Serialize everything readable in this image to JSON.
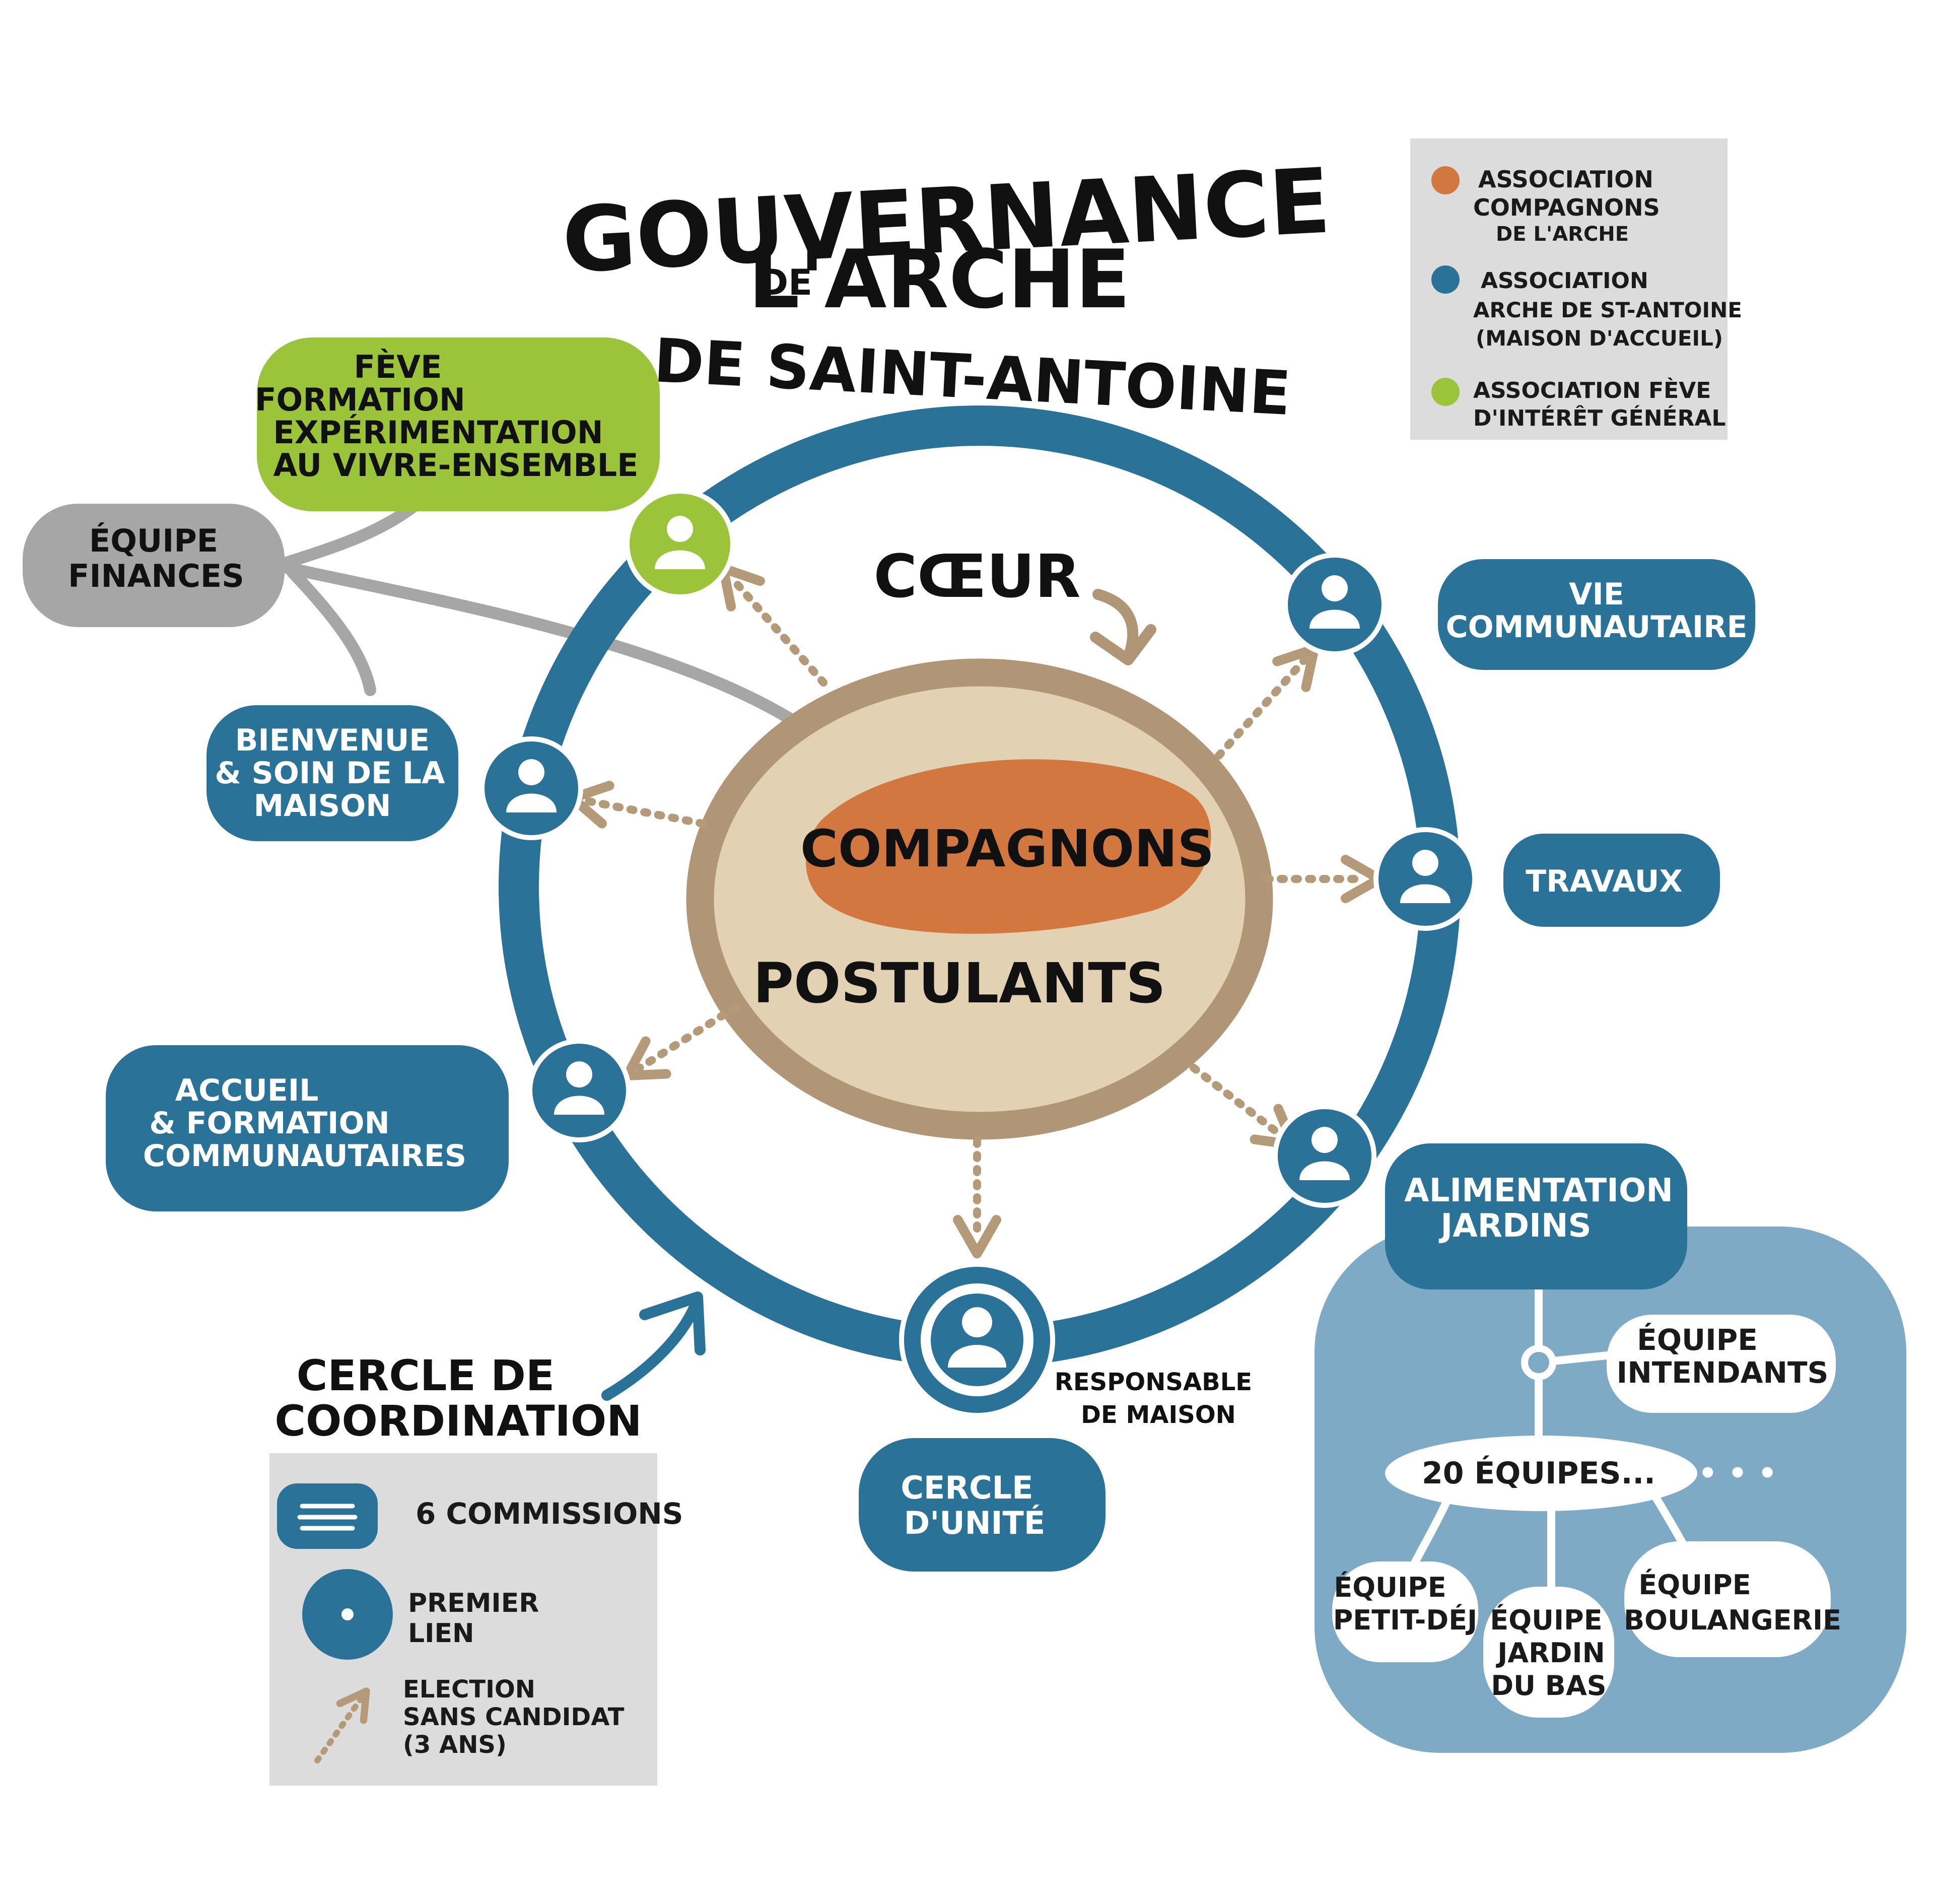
{
  "title": {
    "line1": "GOUVERNANCE",
    "line2_small": "DE",
    "line2": "L'ARCHE",
    "line3": "DE SAINT-ANTOINE"
  },
  "legend_top": {
    "items": [
      {
        "color": "#d2773f",
        "lines": [
          "ASSOCIATION",
          "COMPAGNONS",
          "DE L'ARCHE"
        ]
      },
      {
        "color": "#2a7298",
        "lines": [
          "ASSOCIATION",
          "ARCHE DE ST-ANTOINE",
          "(MAISON D'ACCUEIL)"
        ]
      },
      {
        "color": "#9cc43a",
        "lines": [
          "ASSOCIATION FÈVE",
          "D'INTÉRÊT GÉNÉRAL"
        ]
      }
    ]
  },
  "core": {
    "coeur": "CŒUR",
    "compagnons": "COMPAGNONS",
    "postulants": "POSTULANTS"
  },
  "commissions": {
    "feve": [
      "FÈVE",
      "FORMATION",
      "EXPÉRIMENTATION",
      "AU VIVRE-ENSEMBLE"
    ],
    "finances": [
      "ÉQUIPE",
      "FINANCES"
    ],
    "bienvenue": [
      "BIENVENUE",
      "& SOIN DE LA",
      "MAISON"
    ],
    "accueil": [
      "ACCUEIL",
      "& FORMATION",
      "COMMUNAUTAIRES"
    ],
    "vie": [
      "VIE",
      "COMMUNAUTAIRE"
    ],
    "travaux": [
      "TRAVAUX"
    ],
    "alimentation": [
      "ALIMENTATION",
      "JARDINS"
    ],
    "cercle_unite": [
      "CERCLE",
      "D'UNITÉ"
    ]
  },
  "responsable": [
    "RESPONSABLE",
    "DE MAISON"
  ],
  "cercle_coordination": [
    "CERCLE DE",
    "COORDINATION"
  ],
  "teams": {
    "intendants": [
      "ÉQUIPE",
      "INTENDANTS"
    ],
    "vingt": "20 ÉQUIPES...",
    "dots": "• • •",
    "petitdej": [
      "ÉQUIPE",
      "PETIT-DÉJ"
    ],
    "jardin": [
      "ÉQUIPE",
      "JARDIN",
      "DU BAS"
    ],
    "boulangerie": [
      "ÉQUIPE",
      "BOULANGERIE"
    ]
  },
  "legend_bottom": {
    "commissions": "6 COMMISSIONS",
    "premier_lien": [
      "PREMIER",
      "LIEN"
    ],
    "election": [
      "ELECTION",
      "SANS CANDIDAT",
      "(3 ANS)"
    ]
  },
  "colors": {
    "blue": "#2a7298",
    "light_blue": "#7eaac5",
    "orange": "#d2773f",
    "green": "#9cc43a",
    "grey": "#a6a6a6",
    "tan_ring": "#b09677",
    "tan_fill": "#e2d2b3",
    "legend_bg": "#dcdcdc",
    "arrow": "#b49a78"
  },
  "icons": [
    "person-icon",
    "arrow-icon"
  ]
}
